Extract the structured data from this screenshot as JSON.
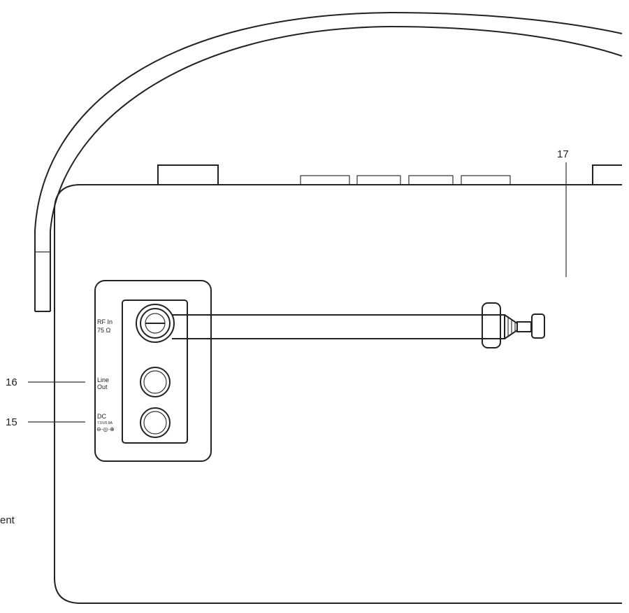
{
  "callouts": {
    "dc_number": "15",
    "line_out_number": "16",
    "antenna_number": "17",
    "partial_text": "ent"
  },
  "panel_labels": {
    "rf_in_line1": "RF In",
    "rf_in_line2": "75 Ω",
    "line_out_line1": "Line",
    "line_out_line2": "Out",
    "dc_line1": "DC",
    "dc_line2": "7.5V/0.8A",
    "dc_polarity": "⊖-◎-⊕"
  }
}
